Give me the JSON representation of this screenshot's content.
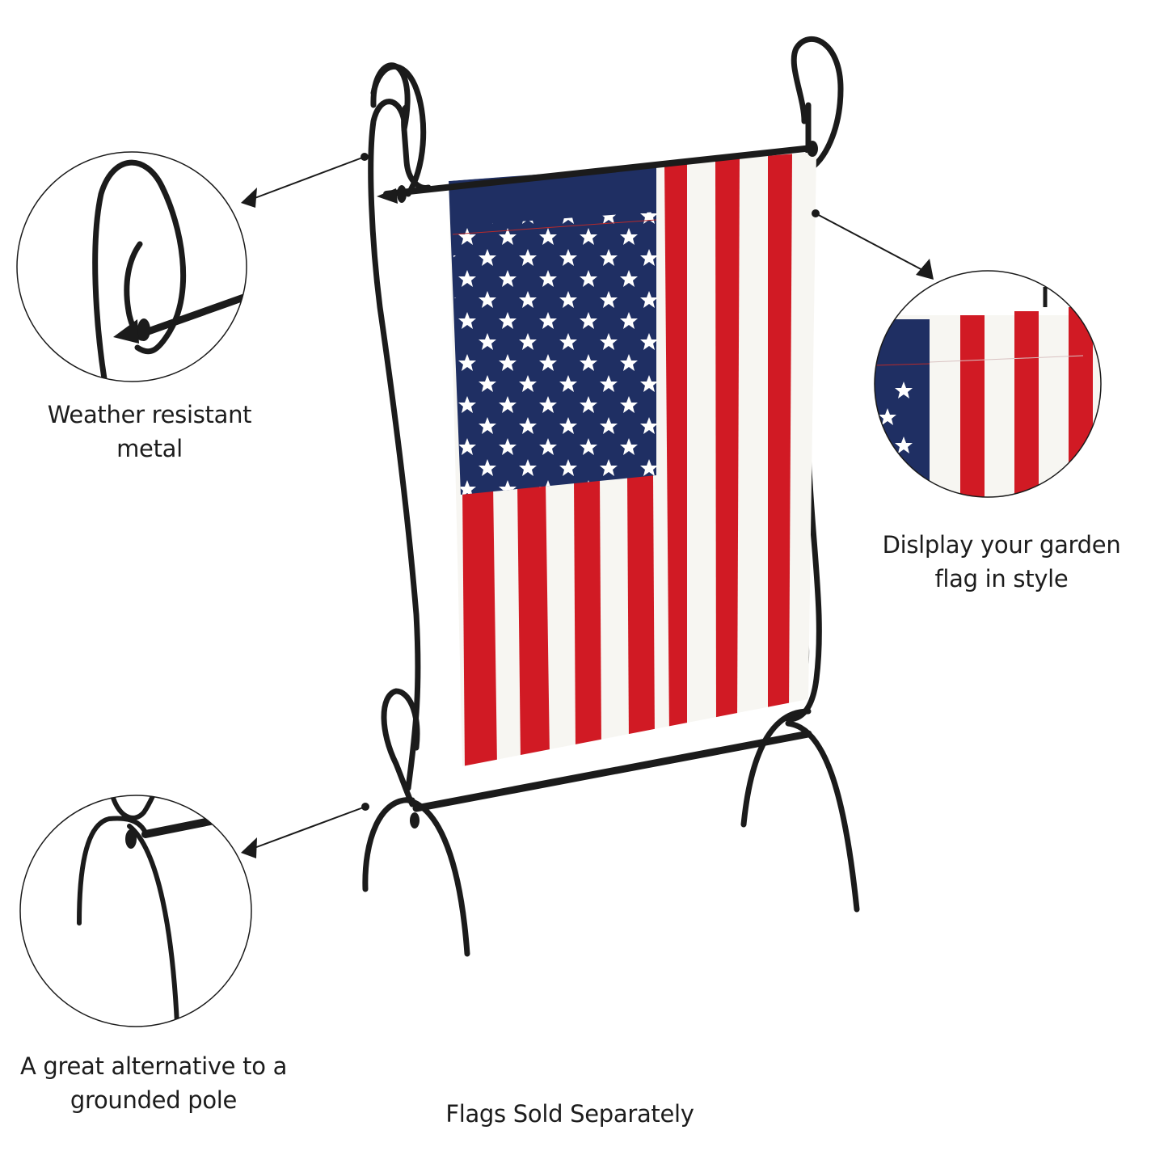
{
  "product": {
    "subject": "Ornamental garden flag stand with American flag",
    "colors": {
      "metal": "#1b1b1b",
      "flag_blue": "#1f2f63",
      "flag_red": "#d11a24",
      "flag_white": "#f7f6f2",
      "callout_line": "#1a1a1a",
      "text": "#1c1c1c"
    }
  },
  "callouts": [
    {
      "id": "top-left",
      "icon": "finial-scroll-detail-icon",
      "lines": [
        "Weather resistant",
        "metal"
      ]
    },
    {
      "id": "right",
      "icon": "flag-stripes-detail-icon",
      "lines": [
        "Dislplay your garden",
        "flag in style"
      ]
    },
    {
      "id": "bottom-left",
      "icon": "base-leg-detail-icon",
      "lines": [
        "A great alternative to a",
        "grounded pole"
      ]
    }
  ],
  "footer": {
    "note": "Flags Sold Separately"
  }
}
